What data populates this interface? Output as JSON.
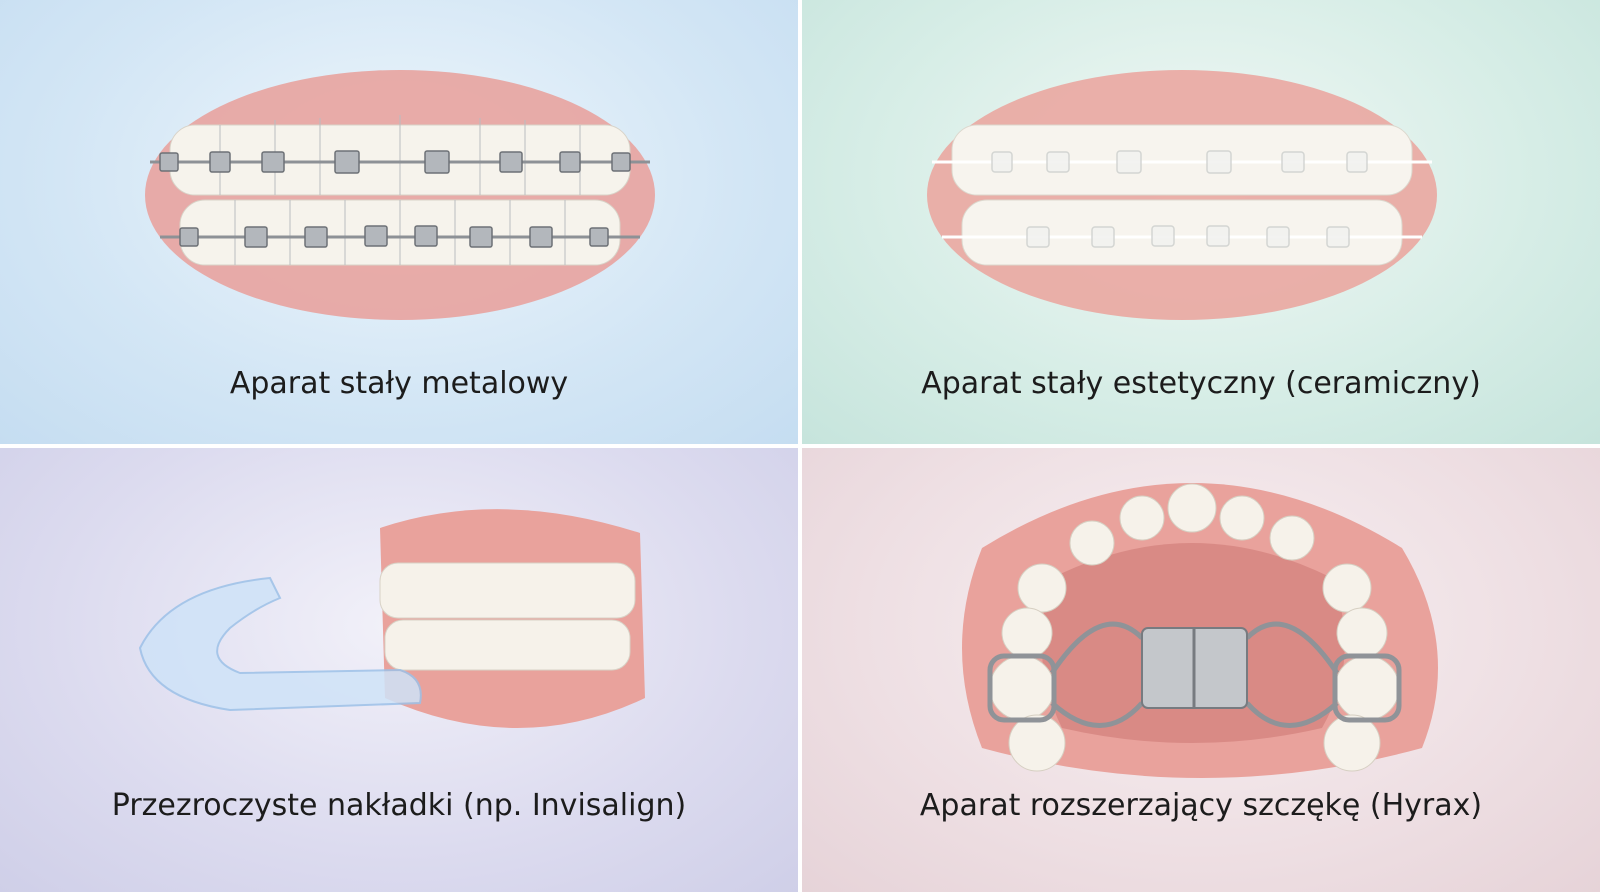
{
  "panels": [
    {
      "caption": "Aparat stały metalowy",
      "background": "#d3e6f5"
    },
    {
      "caption": "Aparat stały estetyczny (ceramiczny)",
      "background": "#d6ede6"
    },
    {
      "caption": "Przezroczyste nakładki (np. Invisalign)",
      "background": "#dcdbef"
    },
    {
      "caption": "Aparat rozszerzający szczękę (Hyrax)",
      "background": "#eedfe3"
    }
  ]
}
